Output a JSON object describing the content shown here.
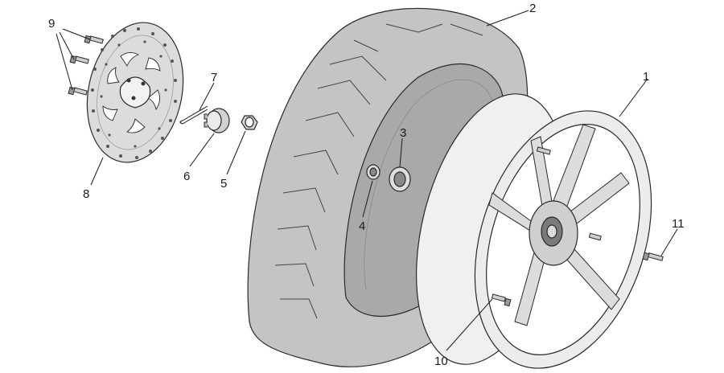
{
  "callouts": [
    {
      "id": "c1",
      "label": "1"
    },
    {
      "id": "c2",
      "label": "2"
    },
    {
      "id": "c3",
      "label": "3"
    },
    {
      "id": "c4",
      "label": "4"
    },
    {
      "id": "c5",
      "label": "5"
    },
    {
      "id": "c6",
      "label": "6"
    },
    {
      "id": "c7",
      "label": "7"
    },
    {
      "id": "c8",
      "label": "8"
    },
    {
      "id": "c9",
      "label": "9"
    },
    {
      "id": "c10",
      "label": "10"
    },
    {
      "id": "c11",
      "label": "11"
    }
  ],
  "colors": {
    "tire": "#c4c4c4",
    "tire_inner": "#a9a9a9",
    "rim": "#e8e8e8",
    "metal": "#d6d6d6",
    "outline": "#2a2a2a",
    "hub_dark": "#7a7a7a"
  }
}
